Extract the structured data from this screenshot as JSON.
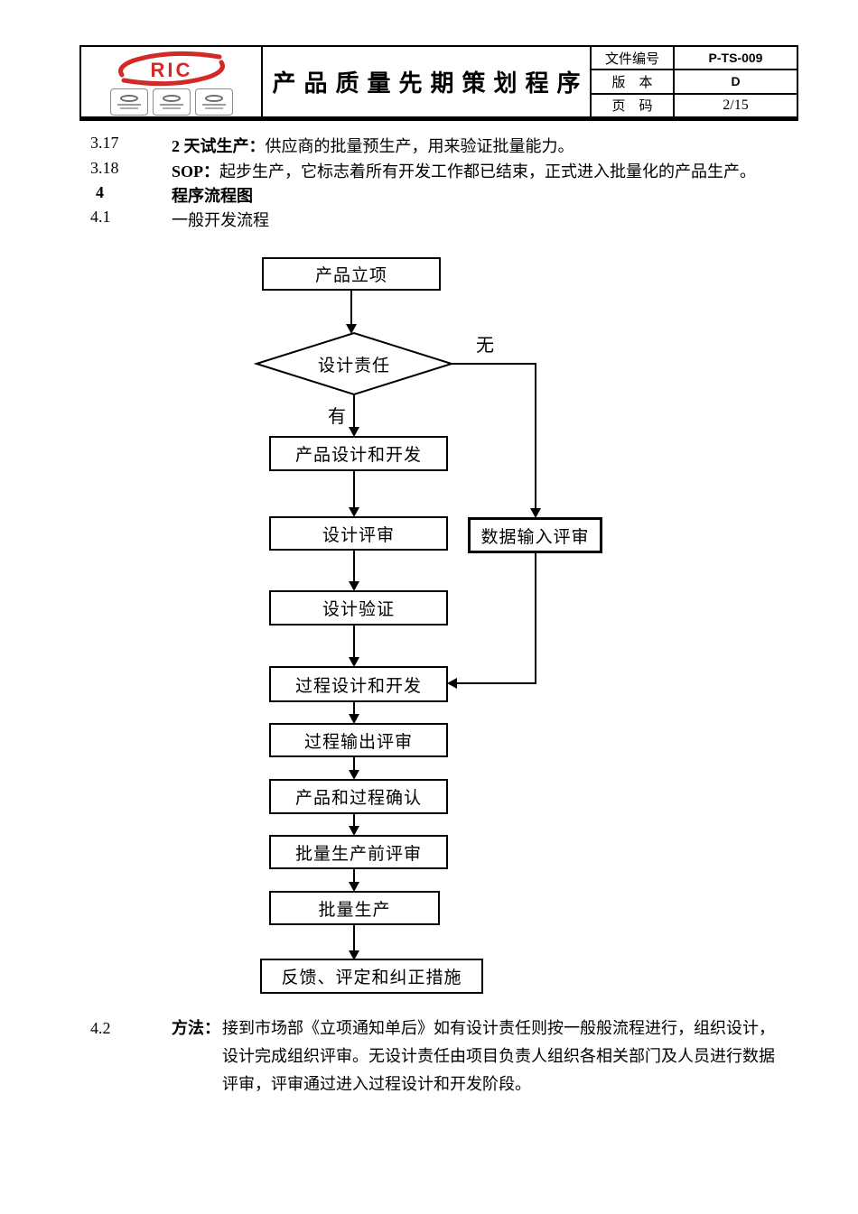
{
  "header": {
    "logo_text": "RIC",
    "logo_color": "#d22a26",
    "title": "产品质量先期策划程序",
    "fields": [
      {
        "label": "文件编号",
        "value": "P-TS-009"
      },
      {
        "label": "版　本",
        "value": "D"
      },
      {
        "label": "页　码",
        "value": "2/15"
      }
    ]
  },
  "sections": [
    {
      "num": "3.17",
      "term": "2 天试生产：",
      "text": "供应商的批量预生产，用来验证批量能力。"
    },
    {
      "num": "3.18",
      "term": "SOP：",
      "text": "起步生产，它标志着所有开发工作都已结束，正式进入批量化的产品生产。"
    },
    {
      "num": "4",
      "term": "程序流程图",
      "text": ""
    },
    {
      "num": "4.1",
      "term": "",
      "text": "一般开发流程"
    }
  ],
  "flowchart": {
    "no_label": "无",
    "yes_label": "有",
    "nodes": [
      {
        "label": "产品立项"
      },
      {
        "label": "设计责任"
      },
      {
        "label": "产品设计和开发"
      },
      {
        "label": "设计评审"
      },
      {
        "label": "数据输入评审"
      },
      {
        "label": "设计验证"
      },
      {
        "label": "过程设计和开发"
      },
      {
        "label": "过程输出评审"
      },
      {
        "label": "产品和过程确认"
      },
      {
        "label": "批量生产前评审"
      },
      {
        "label": "批量生产"
      },
      {
        "label": "反馈、评定和纠正措施"
      }
    ]
  },
  "method": {
    "num": "4.2",
    "term": "方法：",
    "line1": "接到市场部《立项通知单后》如有设计责任则按一般般流程进行，组织设计，",
    "line2": "设计完成组织评审。无设计责任由项目负责人组织各相关部门及人员进行数据",
    "line3": "评审，评审通过进入过程设计和开发阶段。"
  }
}
